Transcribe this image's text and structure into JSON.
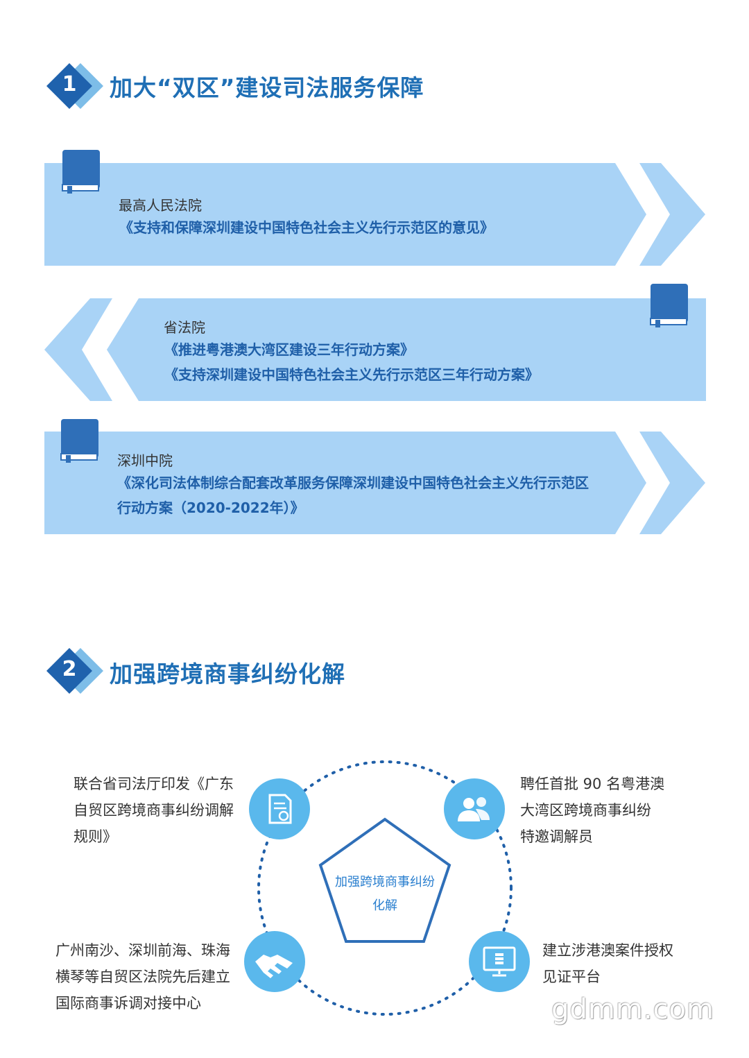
{
  "section1": {
    "number": "1",
    "title": "加大“双区”建设司法服务保障",
    "items": [
      {
        "issuer": "最高人民法院",
        "documents": [
          "《支持和保障深圳建设中国特色社会主义先行示范区的意见》"
        ]
      },
      {
        "issuer": "省法院",
        "documents": [
          "《推进粤港澳大湾区建设三年行动方案》",
          "《支持深圳建设中国特色社会主义先行示范区三年行动方案》"
        ]
      },
      {
        "issuer": "深圳中院",
        "documents": [
          "《深化司法体制综合配套改革服务保障深圳建设中国特色社会主义先行示范区",
          "行动方案（2020-2022年）》"
        ]
      }
    ]
  },
  "section2": {
    "number": "2",
    "title": "加强跨境商事纠纷化解",
    "center_lines": [
      "加强跨境商事纠纷",
      "化解"
    ],
    "measures": {
      "top_left": [
        "联合省司法厅印发《广东",
        "自贸区跨境商事纠纷调解",
        "规则》"
      ],
      "top_right": [
        "聘任首批 90 名粤港澳",
        "大湾区跨境商事纠纷",
        "特邀调解员"
      ],
      "bottom_left": [
        "广州南沙、深圳前海、珠海",
        "横琴等自贸区法院先后建立",
        "国际商事诉调对接中心"
      ],
      "bottom_right": [
        "建立涉港澳案件授权",
        "见证平台"
      ]
    }
  },
  "watermark": "gdmm.com",
  "colors": {
    "title_blue": "#1f6fb5",
    "band_blue": "#a9d3f6",
    "book_blue": "#2f6fb8",
    "icon_blue": "#5ab8ec",
    "diamond_dark": "#1f62ad"
  }
}
